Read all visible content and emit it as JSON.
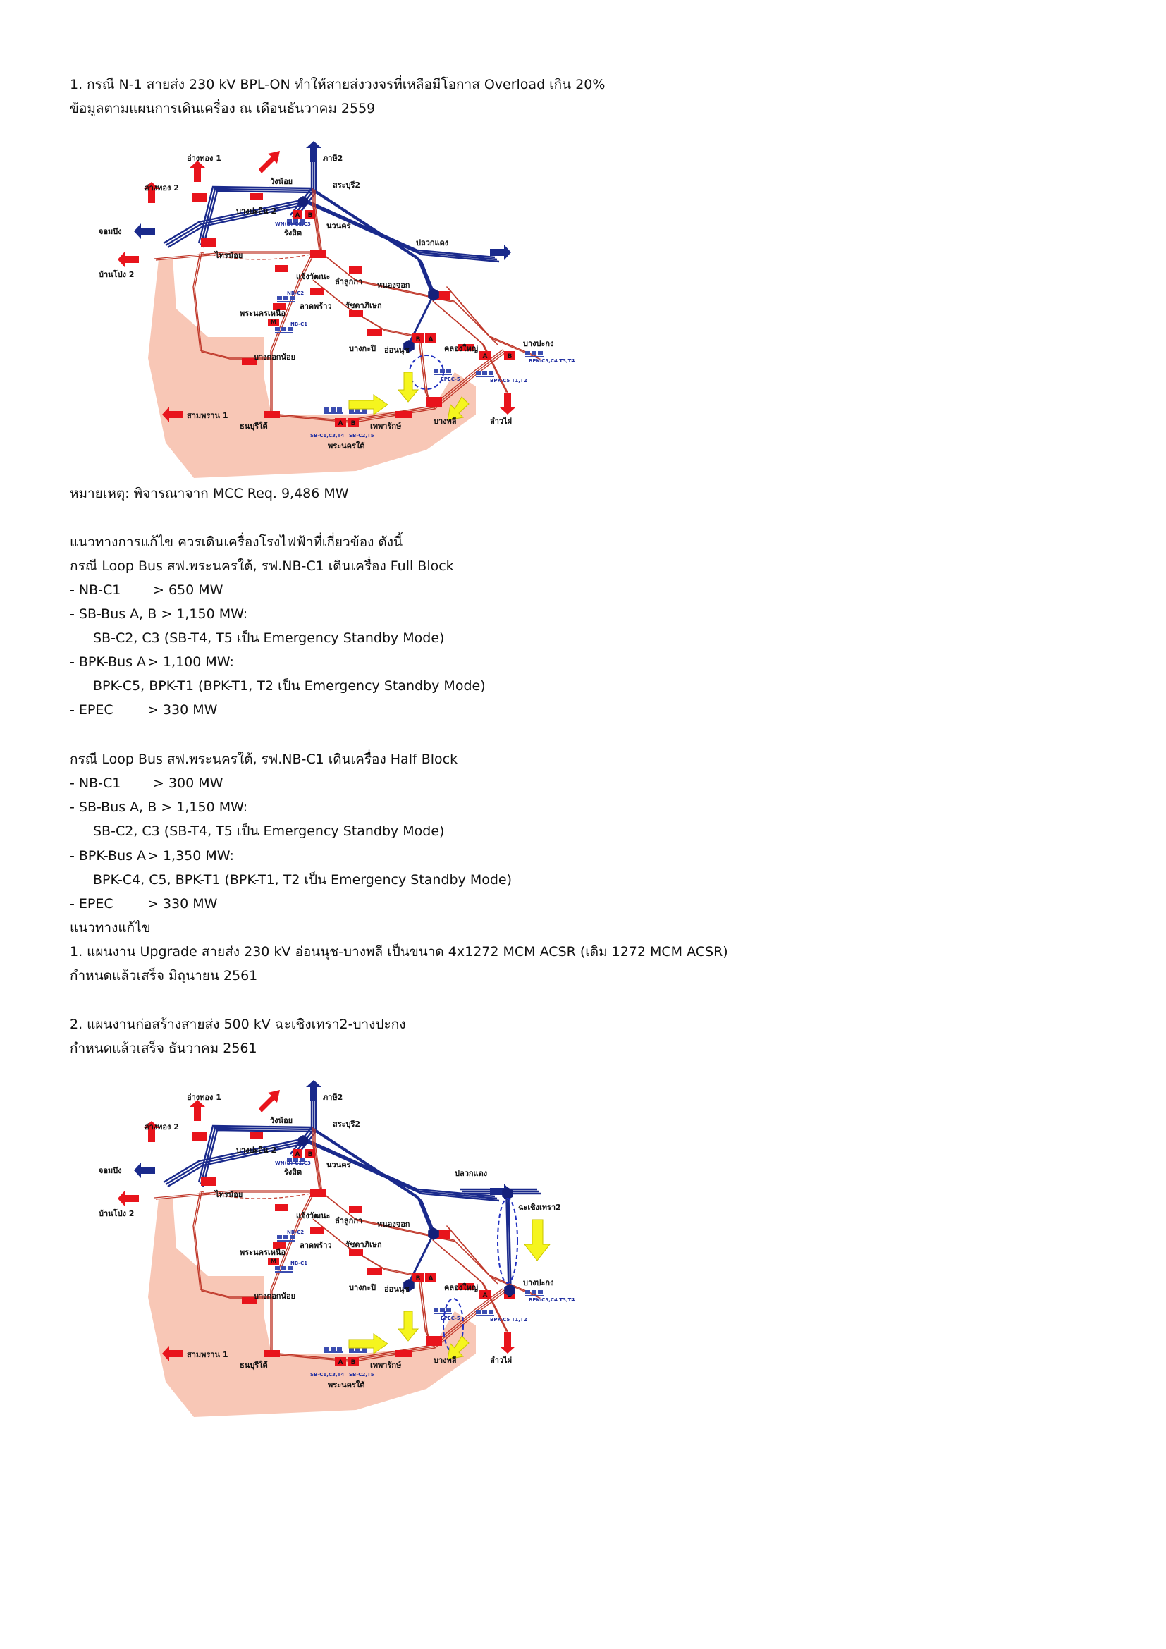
{
  "section1": {
    "title": "1. กรณี N-1 สายส่ง 230 kV BPL-ON ทำให้สายส่งวงจรที่เหลือมีโอกาส Overload เกิน 20%",
    "subtitle": "ข้อมูลตามแผนการเดินเครื่อง ณ เดือนธันวาคม 2559",
    "note": "หมายเหตุ: พิจารณาจาก MCC Req. 9,486 MW"
  },
  "diagram_labels": {
    "angthong1": "อ่างทอง 1",
    "angthong2": "อ่างทอง 2",
    "phasi2": "ภาษี2",
    "wangnoi": "วังน้อย",
    "saraburi2": "สระบุรี2",
    "bangpaoin2": "บางปะอิน 2",
    "chombueng": "จอมบึง",
    "wng": "WN(B)-C1,C3",
    "rangsit": "รังสิต",
    "nawanakorn": "นวนคร",
    "sainoi": "ไทรน้อย",
    "plakkaeng": "ปลวกแดง",
    "banpong2": "บ้านโป่ง 2",
    "chaengwattana": "แจ้งวัฒนะ",
    "lamlukka": "ลำลูกกา",
    "nongchok": "หนองจอก",
    "nbc2": "NB-C2",
    "phranakhonnuea": "พระนครเหนือ",
    "ladprao": "ลาดพร้าว",
    "ratchathewi": "รัชดาภิเษก",
    "nbc1": "NB-C1",
    "bangkapi": "บางกะปิ",
    "onnut": "อ่อนนุช",
    "khlongyai": "คลองใหญ่",
    "bangpakong": "บางปะกง",
    "bangkoknoi": "บางกอกน้อย",
    "epec": "EPEC-5",
    "bpkc34": "BPK-C3,C4 T3,T4",
    "bpkc5": "BPK-C5 T1,T2",
    "samphran1": "สามพราน 1",
    "thonburitai": "ธนบุรีใต้",
    "thepharak": "เทพารักษ์",
    "bangphli": "บางพลี",
    "chachoengsao2": "ฉะเชิงเทรา2",
    "sbc134": "SB-C1,C3,T4",
    "sbc25": "SB-C2,T5",
    "phranakhontai": "พระนครใต้",
    "lamwai": "ลำวไผ่",
    "bus_a": "A",
    "bus_b": "B",
    "bus_m": "M"
  },
  "solution": {
    "heading": "แนวทางการแก้ไข ควรเดินเครื่องโรงไฟฟ้าที่เกี่ยวข้อง ดังนี้",
    "full_block": {
      "title": "กรณี Loop Bus สฟ.พระนครใต้, รฟ.NB-C1 เดินเครื่อง Full Block",
      "nb_label": "- NB-C1",
      "nb_value": "> 650 MW",
      "sb_line": "- SB-Bus A, B > 1,150 MW:",
      "sb_sub": "SB-C2, C3 (SB-T4, T5 เป็น Emergency Standby Mode)",
      "bpk_label": "- BPK-Bus A",
      "bpk_value": "> 1,100 MW:",
      "bpk_sub": "BPK-C5, BPK-T1 (BPK-T1, T2 เป็น Emergency Standby Mode)",
      "epec_label": "- EPEC",
      "epec_value": "> 330 MW"
    },
    "half_block": {
      "title": "กรณี Loop Bus สฟ.พระนครใต้, รฟ.NB-C1 เดินเครื่อง Half Block",
      "nb_label": "- NB-C1",
      "nb_value": "> 300 MW",
      "sb_line": "- SB-Bus A, B > 1,150 MW:",
      "sb_sub": "SB-C2, C3 (SB-T4, T5 เป็น Emergency Standby Mode)",
      "bpk_label": "- BPK-Bus A",
      "bpk_value": "> 1,350 MW:",
      "bpk_sub": "BPK-C4, C5, BPK-T1 (BPK-T1, T2 เป็น Emergency Standby Mode)",
      "epec_label": "- EPEC",
      "epec_value": "> 330 MW"
    }
  },
  "fix": {
    "heading": "แนวทางแก้ไข",
    "item1": "1. แผนงาน Upgrade สายส่ง 230 kV อ่อนนุช-บางพลี เป็นขนาด 4x1272 MCM ACSR (เดิม 1272 MCM ACSR)",
    "item1_date": "กำหนดแล้วเสร็จ มิถุนายน 2561",
    "item2": "2. แผนงานก่อสร้างสายส่ง 500 kV ฉะเชิงเทรา2-บางปะกง",
    "item2_date": "กำหนดแล้วเสร็จ ธันวาคม 2561"
  },
  "colors": {
    "line_500kv": "#1a2a8c",
    "line_230kv": "#c0392b",
    "substation": "#e8141c",
    "shade": "#f7c1ae",
    "arrow_yellow": "#f5f51e",
    "node_blue": "#14207a"
  }
}
